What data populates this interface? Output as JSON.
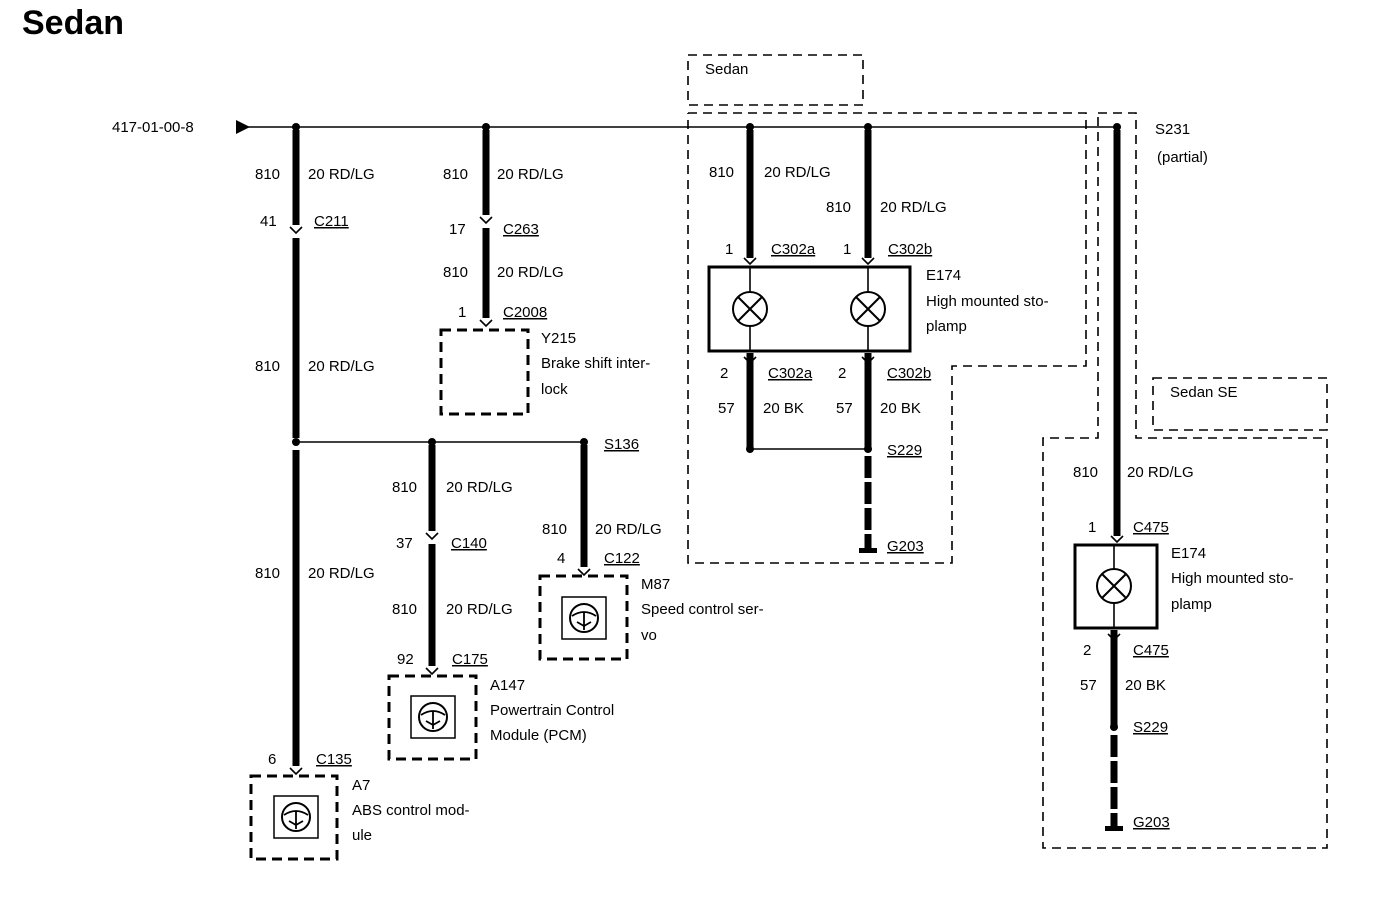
{
  "title": "Sedan",
  "reference": "417-01-00-8",
  "wire": {
    "circuit": "810",
    "rd_lg": "20 RD/LG",
    "ground_circuit": "57",
    "bk": "20 BK"
  },
  "regions": {
    "sedan": "Sedan",
    "sedan_se": "Sedan SE"
  },
  "splices": {
    "s231": "S231",
    "s231_note": "(partial)",
    "s136": "S136",
    "s229": "S229"
  },
  "grounds": {
    "g203": "G203"
  },
  "connectors": {
    "c211": {
      "id": "C211",
      "pin": "41"
    },
    "c263": {
      "id": "C263",
      "pin": "17"
    },
    "c2008": {
      "id": "C2008",
      "pin": "1"
    },
    "c140": {
      "id": "C140",
      "pin": "37"
    },
    "c175": {
      "id": "C175",
      "pin": "92"
    },
    "c122": {
      "id": "C122",
      "pin": "4"
    },
    "c135": {
      "id": "C135",
      "pin": "6"
    },
    "c302a": {
      "id": "C302a",
      "pin_in": "1",
      "pin_out": "2"
    },
    "c302b": {
      "id": "C302b",
      "pin_in": "1",
      "pin_out": "2"
    },
    "c475": {
      "id": "C475",
      "pin_in": "1",
      "pin_out": "2"
    }
  },
  "components": {
    "y215": {
      "id": "Y215",
      "line1": "Brake shift inter-",
      "line2": "lock"
    },
    "m87": {
      "id": "M87",
      "line1": "Speed control ser-",
      "line2": "vo"
    },
    "a147": {
      "id": "A147",
      "line1": "Powertrain Control",
      "line2": "Module (PCM)"
    },
    "a7": {
      "id": "A7",
      "line1": "ABS control mod-",
      "line2": "ule"
    },
    "e174": {
      "id": "E174",
      "line1": "High mounted sto-",
      "line2": "plamp"
    }
  }
}
